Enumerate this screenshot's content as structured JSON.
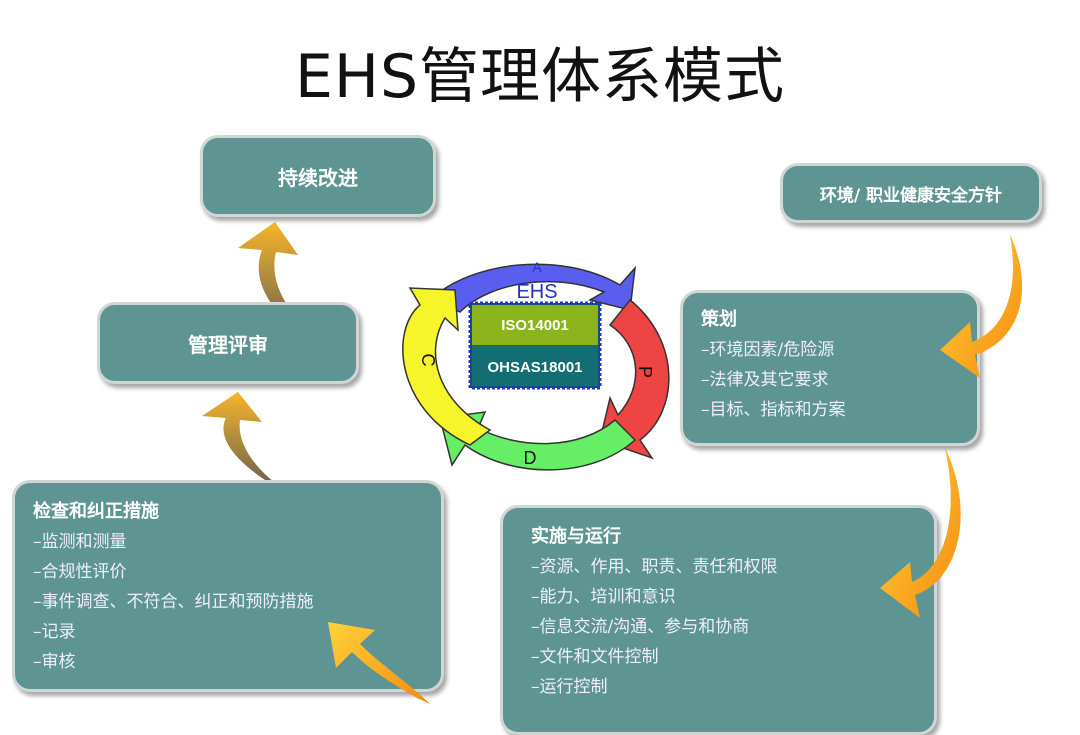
{
  "title": "EHS管理体系模式",
  "cycle": {
    "center_top": "A",
    "center_title": "EHS",
    "standards": [
      "ISO14001",
      "OHSAS18001"
    ],
    "letters": {
      "p": "P",
      "d": "D",
      "c": "C"
    },
    "colors": {
      "blue": "#5a5ef0",
      "red": "#ee4444",
      "green": "#66ee66",
      "yellow": "#f6f52a",
      "box": "#5e9592",
      "arrow": "#f8a21c"
    }
  },
  "boxes": {
    "improve": "持续改进",
    "review": "管理评审",
    "policy": "环境/ 职业健康安全方针",
    "planning": {
      "heading": "策划",
      "items": [
        "–环境因素/危险源",
        "–法律及其它要求",
        "–目标、指标和方案"
      ]
    },
    "check": {
      "heading": "检查和纠正措施",
      "items": [
        "–监测和测量",
        "–合规性评价",
        "–事件调查、不符合、纠正和预防措施",
        "–记录",
        "–审核"
      ]
    },
    "implement": {
      "heading": "实施与运行",
      "items": [
        "–资源、作用、职责、责任和权限",
        "–能力、培训和意识",
        "–信息交流/沟通、参与和协商",
        "–文件和文件控制",
        "–运行控制"
      ]
    }
  }
}
